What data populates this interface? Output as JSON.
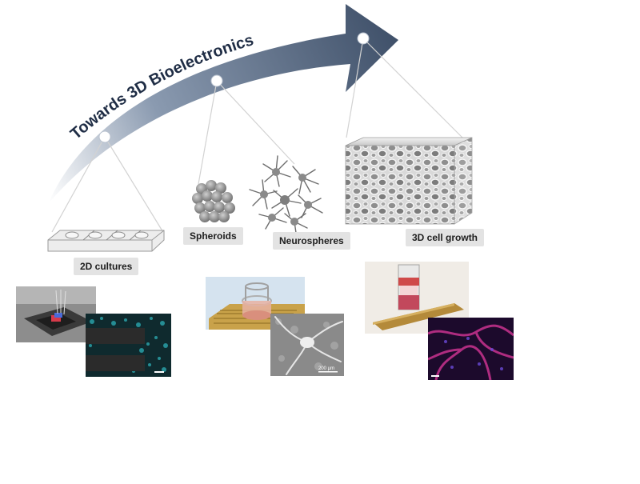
{
  "title": "Towards 3D Bioelectronics",
  "stages": [
    {
      "label": "2D cultures"
    },
    {
      "label": "Spheroids"
    },
    {
      "label": "Neurospheres"
    },
    {
      "label": "3D cell growth"
    }
  ],
  "photos": {
    "sem_scale_label": "200 µm"
  },
  "colors": {
    "arrow_dark": "#3e4f68",
    "arrow_light": "#ffffff",
    "label_bg": "#e3e3e3",
    "fluorescence_cyan": "#2fb8c0",
    "fluorescence_magenta": "#c0308a",
    "gold": "#c9a24a"
  }
}
